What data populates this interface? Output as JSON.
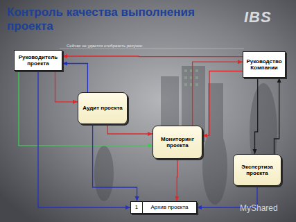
{
  "diagram": {
    "title": "Контроль качества выполнения проекта",
    "nodes": [
      {
        "text": [
          "Руководитель проекта"
        ]
      },
      {
        "text": [
          "Аудит проекта"
        ]
      },
      {
        "text": [
          "Мониторинг проекта"
        ]
      },
      {
        "text": [
          "Руководство Компании"
        ]
      },
      {
        "text": [
          "Экспертиза проекта"
        ]
      },
      {
        "text": [
          "1",
          "Архив проекта"
        ]
      }
    ],
    "edges": [
      {
        "from": 0,
        "to": 1,
        "arrow": "to"
      },
      {
        "from": 1,
        "to": 0,
        "arrow": "to"
      },
      {
        "from": 0,
        "to": 2,
        "arrow": "to"
      },
      {
        "from": 0,
        "to": 5,
        "arrow": "to"
      },
      {
        "from": 1,
        "to": 2,
        "arrow": "to"
      },
      {
        "from": 1,
        "to": 5,
        "arrow": "to"
      },
      {
        "from": 2,
        "to": 3,
        "arrow": "to"
      },
      {
        "from": 3,
        "to": 2,
        "arrow": "to"
      },
      {
        "from": 3,
        "to": 0,
        "arrow": "to"
      },
      {
        "from": 3,
        "to": 4,
        "arrow": "to"
      },
      {
        "from": 4,
        "to": 3,
        "arrow": "to"
      },
      {
        "from": 2,
        "to": 5,
        "arrow": "to"
      },
      {
        "from": 4,
        "to": 5,
        "arrow": "to"
      }
    ],
    "labels": [
      "IBS",
      "Сейчас не удается отобразить рисунок.",
      "MyShared"
    ]
  }
}
